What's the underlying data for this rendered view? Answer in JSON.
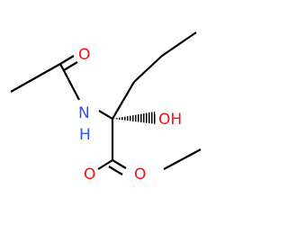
{
  "molecule": {
    "atoms": {
      "carbonyl_oxygen_amide": "O",
      "amide_nitrogen": "N",
      "amide_hydrogen": "H",
      "hydroxyl": "OH",
      "ester_carbonyl_oxygen": "O",
      "ester_oxygen": "O"
    }
  },
  "colors": {
    "bond": "#000000",
    "nitrogen": "#3050F8",
    "oxygen": "#FF0D0D",
    "background": "#FFFFFF"
  }
}
